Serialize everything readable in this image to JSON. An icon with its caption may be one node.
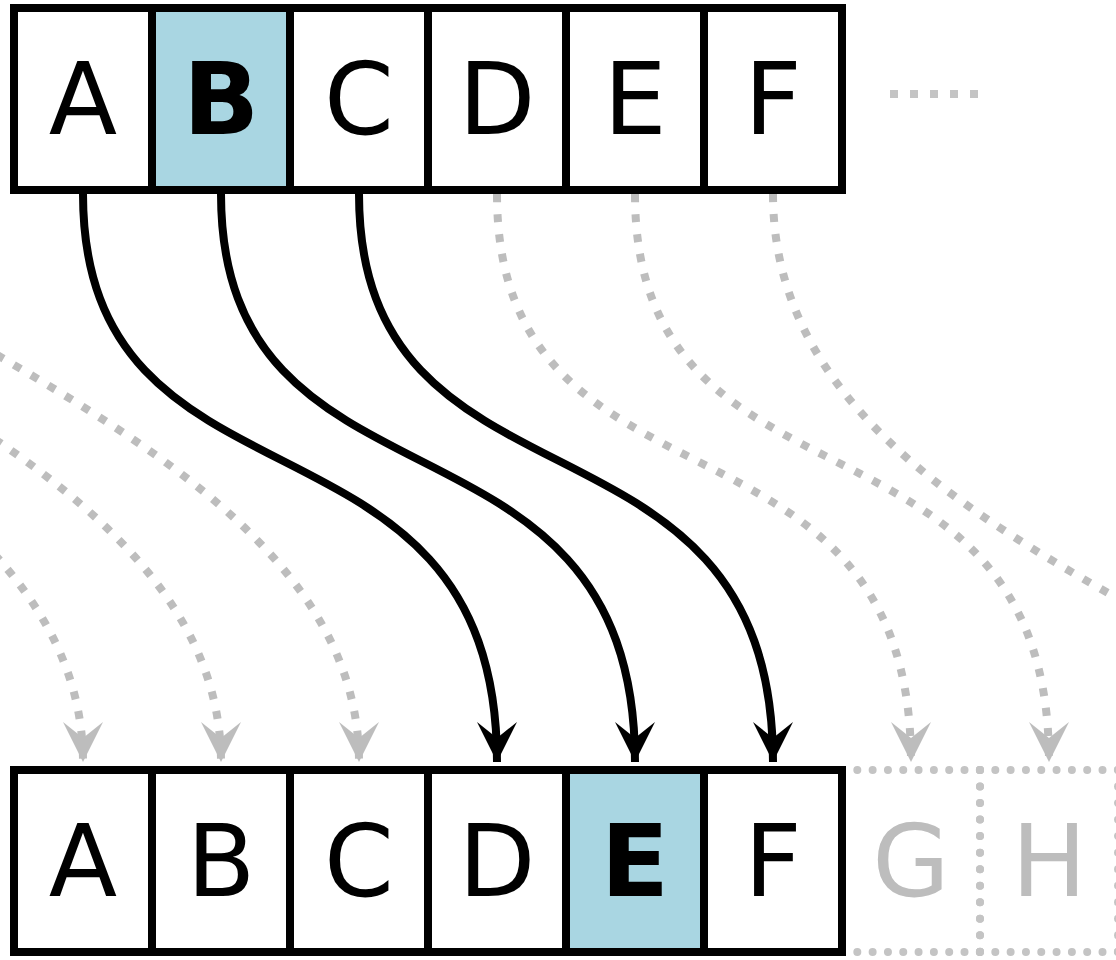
{
  "diagram": {
    "nodes": [
      {
        "text": [
          "A"
        ]
      },
      {
        "text": [
          "B"
        ]
      },
      {
        "text": [
          "C"
        ]
      },
      {
        "text": [
          "D"
        ]
      },
      {
        "text": [
          "E"
        ]
      },
      {
        "text": [
          "F"
        ]
      },
      {
        "text": [
          "A"
        ]
      },
      {
        "text": [
          "B"
        ]
      },
      {
        "text": [
          "C"
        ]
      },
      {
        "text": [
          "D"
        ]
      },
      {
        "text": [
          "E"
        ]
      },
      {
        "text": [
          "F"
        ]
      },
      {
        "text": [
          "G"
        ]
      },
      {
        "text": [
          "H"
        ]
      }
    ],
    "edges": [
      {
        "from": 0,
        "to": 9,
        "arrow": "to",
        "color": "#000000"
      },
      {
        "from": 1,
        "to": 10,
        "arrow": "to",
        "color": "#000000"
      },
      {
        "from": 2,
        "to": 11,
        "arrow": "to",
        "color": "#000000"
      },
      {
        "from": 3,
        "to": 12,
        "arrow": "to",
        "style": "dashed"
      },
      {
        "from": 4,
        "to": 13,
        "arrow": "to",
        "style": "dashed"
      },
      {
        "from": 5,
        "to": null,
        "arrow": "to",
        "style": "dashed"
      },
      {
        "from": null,
        "to": 6,
        "arrow": "to",
        "style": "dashed"
      },
      {
        "from": null,
        "to": 7,
        "arrow": "to",
        "style": "dashed"
      },
      {
        "from": null,
        "to": 8,
        "arrow": "to",
        "style": "dashed"
      }
    ]
  }
}
